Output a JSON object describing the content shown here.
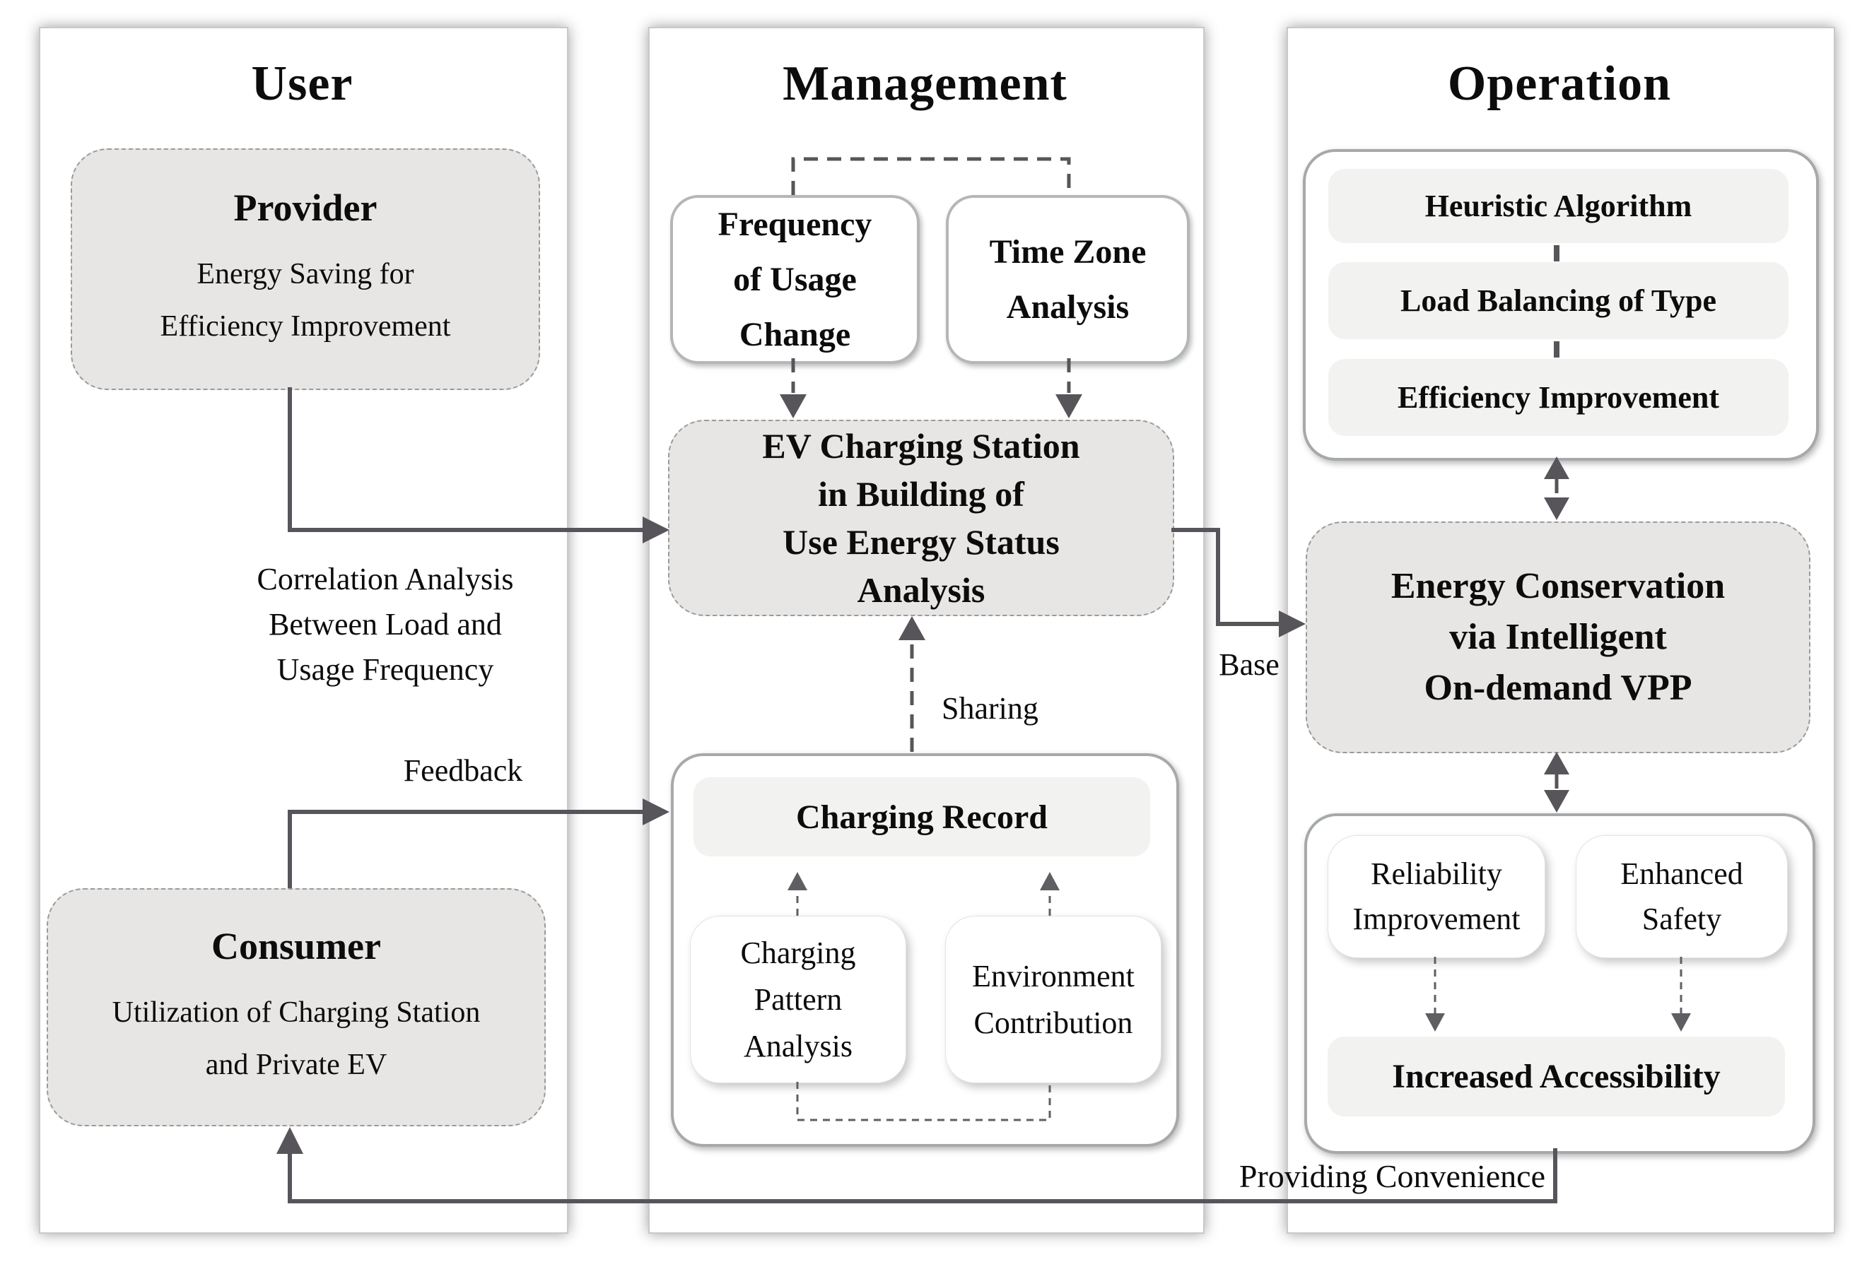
{
  "panels": {
    "user": {
      "title": "User",
      "provider": {
        "title": "Provider",
        "body": "Energy Saving for\nEfficiency Improvement"
      },
      "consumer": {
        "title": "Consumer",
        "body": "Utilization of Charging Station\nand Private EV"
      }
    },
    "management": {
      "title": "Management",
      "frequency_box": "Frequency\nof Usage\nChange",
      "timezone_box": "Time Zone\nAnalysis",
      "ev_station_box": "EV Charging Station\nin Building of\nUse Energy Status\nAnalysis",
      "charging_record": "Charging Record",
      "charging_pattern_box": "Charging\nPattern\nAnalysis",
      "environment_box": "Environment\nContribution"
    },
    "operation": {
      "title": "Operation",
      "heuristic_bar": "Heuristic Algorithm",
      "load_balancing_bar": "Load Balancing of Type",
      "efficiency_bar": "Efficiency Improvement",
      "energy_conservation_box": "Energy Conservation\nvia Intelligent\nOn-demand VPP",
      "reliability_box": "Reliability\nImprovement",
      "safety_box": "Enhanced\nSafety",
      "accessibility_bar": "Increased Accessibility"
    }
  },
  "edge_labels": {
    "correlation": "Correlation Analysis\nBetween Load and\nUsage Frequency",
    "feedback": "Feedback",
    "sharing": "Sharing",
    "base": "Base",
    "providing_convenience": "Providing Convenience"
  },
  "colors": {
    "line": "#57555a",
    "thin_line": "#5f5f63",
    "gray_box_fill": "#e7e6e5",
    "bar_fill": "#f2f2f1",
    "panel_border": "#c9c9c9"
  }
}
